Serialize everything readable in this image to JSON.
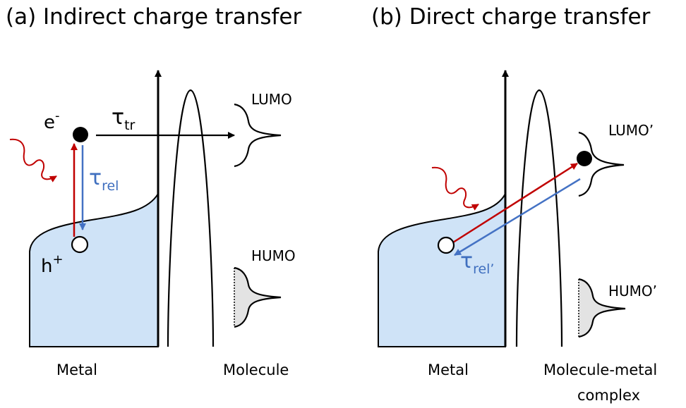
{
  "panels": [
    {
      "title": "(a) Indirect charge transfer",
      "labels": {
        "lumo": "LUMO",
        "humo": "HUMO",
        "tau_tr_symbol": "τ",
        "tau_tr_sub": "tr",
        "tau_rel_symbol": "τ",
        "tau_rel_sub": "rel",
        "electron": "e",
        "electron_sup": "-",
        "hole": "h",
        "hole_sup": "+",
        "metal": "Metal",
        "molecule": "Molecule"
      }
    },
    {
      "title": "(b) Direct charge transfer",
      "labels": {
        "lumo": "LUMO’",
        "humo": "HUMO’",
        "tau_rel_symbol": "τ",
        "tau_rel_sub": "rel’",
        "metal": "Metal",
        "complex_line1": "Molecule-metal",
        "complex_line2": "complex"
      }
    }
  ],
  "colors": {
    "metal_fill": "#cfe3f7",
    "excitation_arrow": "#c00000",
    "relaxation_arrow": "#4472c4",
    "occupied_state_fill": "#e3e3e3",
    "line": "#000000"
  }
}
